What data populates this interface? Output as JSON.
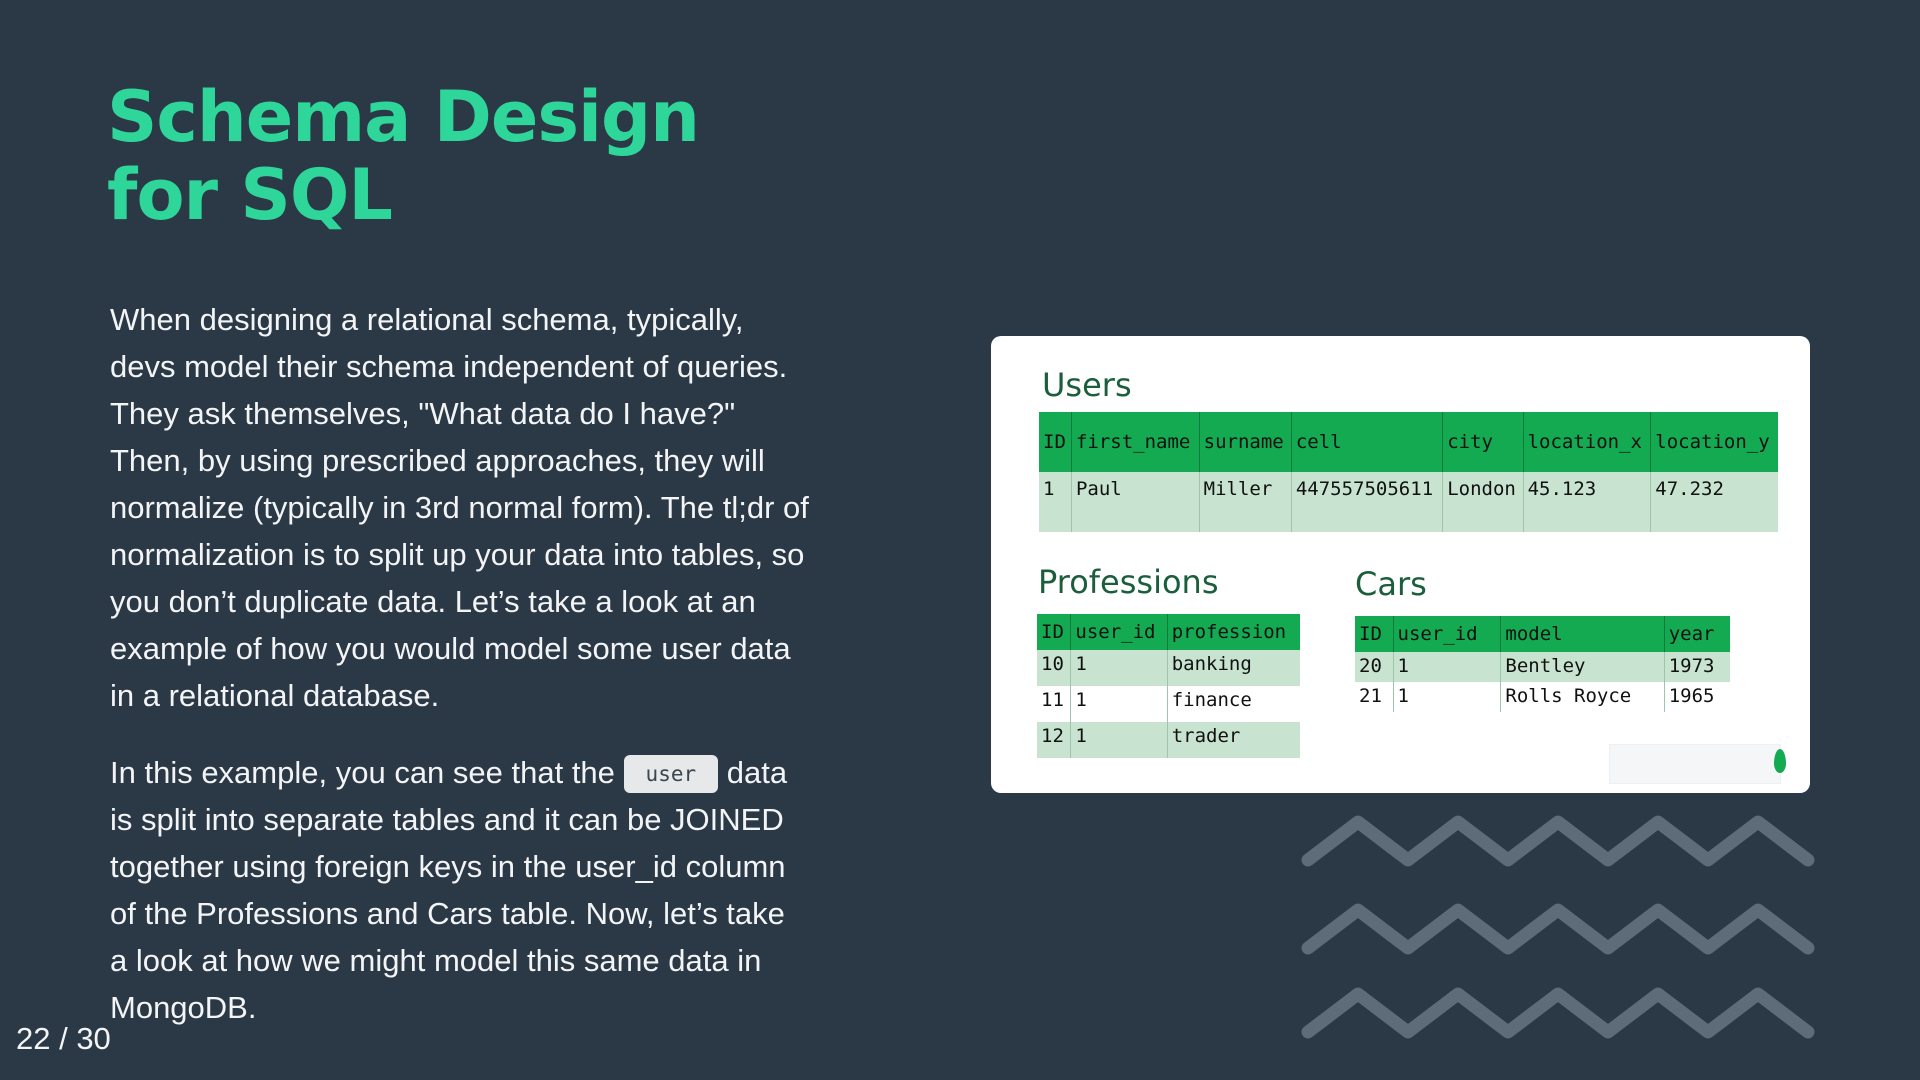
{
  "slide": {
    "title": "Schema Design for SQL",
    "paragraph1": "When designing a relational schema, typically, devs model their schema independent of queries. They ask themselves, \"What data do I have?\" Then, by using prescribed approaches, they will normalize (typically in 3rd normal form). The tl;dr of normalization is to split up your data into tables, so you don’t duplicate data. Let’s take a look at an example of how you would model some user data in a relational database.",
    "paragraph2_before": "In this example, you can see that the",
    "paragraph2_code": "user",
    "paragraph2_after": "data is split into separate tables and it can be JOINED together using foreign keys in the user_id column of the Professions and Cars table. Now, let’s take a look at how we might model this same data in MongoDB.",
    "page_counter": "22 / 30"
  },
  "diagram": {
    "users": {
      "title": "Users",
      "columns": [
        "ID",
        "first_name",
        "surname",
        "cell",
        "city",
        "location_x",
        "location_y"
      ],
      "rows": [
        [
          "1",
          "Paul",
          "Miller",
          "447557505611",
          "London",
          "45.123",
          "47.232"
        ]
      ]
    },
    "professions": {
      "title": "Professions",
      "columns": [
        "ID",
        "user_id",
        "profession"
      ],
      "rows": [
        [
          "10",
          "1",
          "banking"
        ],
        [
          "11",
          "1",
          "finance"
        ],
        [
          "12",
          "1",
          "trader"
        ]
      ]
    },
    "cars": {
      "title": "Cars",
      "columns": [
        "ID",
        "user_id",
        "model",
        "year"
      ],
      "rows": [
        [
          "20",
          "1",
          "Bentley",
          "1973"
        ],
        [
          "21",
          "1",
          "Rolls Royce",
          "1965"
        ]
      ]
    },
    "footer_icon": "leaf-icon"
  },
  "decoration": {
    "zigzag_rows": 3,
    "zigzag_color": "#5e6b78"
  },
  "colors": {
    "background": "#2b3846",
    "title": "#2fd69a",
    "header_green": "#13aa52",
    "row_shade": "#c8e3cf",
    "table_title": "#1b5e3c"
  }
}
